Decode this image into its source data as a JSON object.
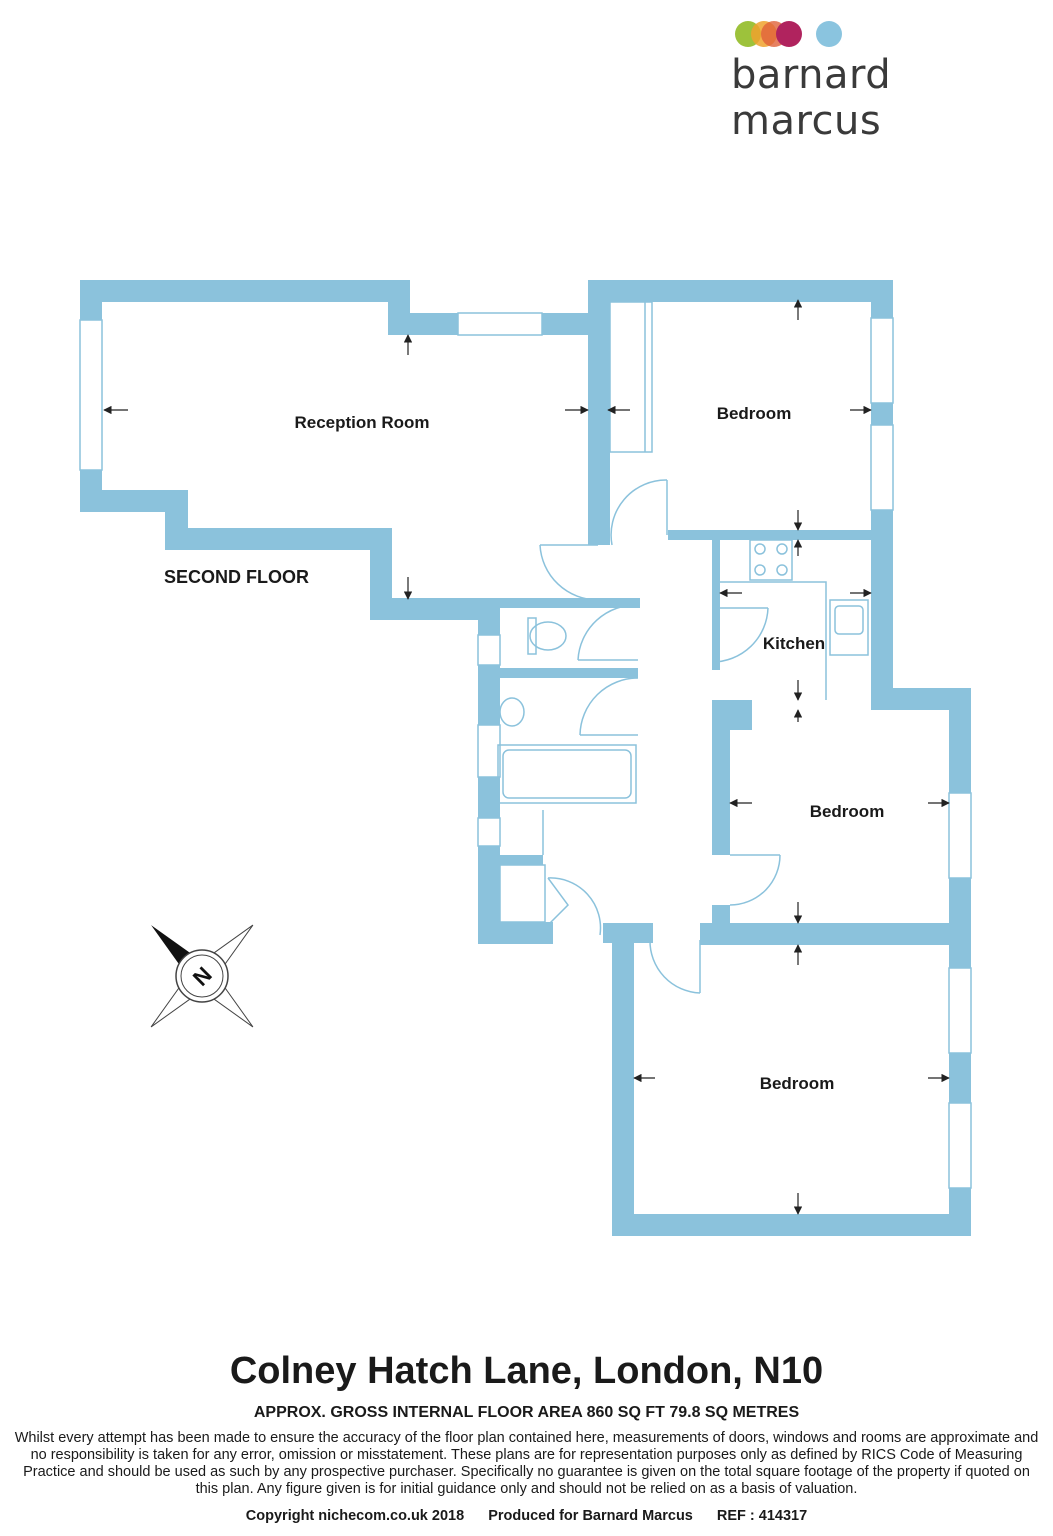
{
  "brand": {
    "name": "barnard marcus",
    "logo_dot_colors": [
      "#9dc23b",
      "#f0a22e",
      "#e0613a",
      "#b0235e",
      "#8ac4df"
    ]
  },
  "colors": {
    "wall": "#8bc2dc",
    "line": "#8bc2dc",
    "text": "#1a1a1a"
  },
  "floor_label": "SECOND FLOOR",
  "rooms": {
    "reception": "Reception Room",
    "bedroom_1": "Bedroom",
    "kitchen": "Kitchen",
    "bedroom_2": "Bedroom",
    "bedroom_3": "Bedroom"
  },
  "compass": {
    "label": "N",
    "icon": "compass-rose-icon"
  },
  "footer": {
    "title": "Colney Hatch Lane, London, N10",
    "area": "APPROX. GROSS INTERNAL FLOOR AREA 860 SQ FT 79.8 SQ METRES",
    "disclaimer": "Whilst every attempt has been made to ensure the accuracy of the floor plan contained here, measurements of doors, windows and rooms are approximate and no responsibility is taken for any error, omission or misstatement. These plans are for representation purposes only as defined by RICS Code of Measuring Practice and should be used as such by any prospective purchaser.  Specifically no guarantee is given on the total square footage of the property if quoted on this plan. Any figure given is for initial guidance only and should not be relied on as a basis of valuation.",
    "copyright": "Copyright nichecom.co.uk 2018",
    "produced_for": "Produced for Barnard Marcus",
    "ref": "REF : 414317"
  }
}
